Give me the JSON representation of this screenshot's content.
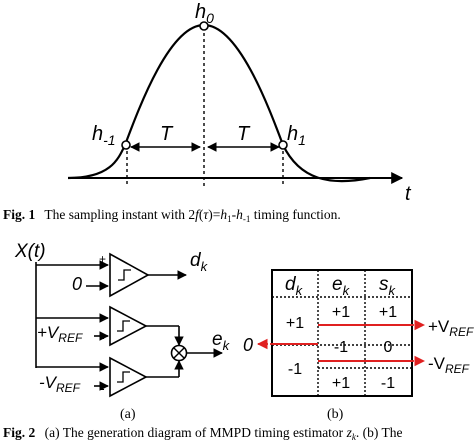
{
  "fig1": {
    "label": "Fig. 1",
    "caption_parts": [
      "The sampling instant with 2",
      "f",
      "(",
      "τ",
      ")=",
      "h",
      "1",
      "-",
      "h",
      "-1",
      " timing function."
    ],
    "peak_label": {
      "base": "h",
      "sub": "0"
    },
    "left_label": {
      "base": "h",
      "sub": "-1"
    },
    "right_label": {
      "base": "h",
      "sub": "1"
    },
    "interval_left": "T",
    "interval_right": "T",
    "axis_label": "t"
  },
  "fig2": {
    "label": "Fig. 2",
    "caption_parts": [
      "(a) The generation diagram of MMPD timing estimator ",
      "z",
      "k",
      ". (b) The"
    ],
    "panel_a": {
      "input": "X(t)",
      "ref_zero": "0",
      "ref_pos": {
        "base": "+V",
        "sub": "REF"
      },
      "ref_neg": {
        "base": "-V",
        "sub": "REF"
      },
      "output_d": {
        "base": "d",
        "sub": "k"
      },
      "output_e": {
        "base": "e",
        "sub": "k"
      },
      "plus": "+",
      "minus": "-",
      "sublabel": "(a)"
    },
    "panel_b": {
      "headers": [
        {
          "base": "d",
          "sub": "k"
        },
        {
          "base": "e",
          "sub": "k"
        },
        {
          "base": "s",
          "sub": "k"
        }
      ],
      "rows": [
        [
          "+1",
          "+1",
          "+1"
        ],
        [
          "",
          "-1",
          "0"
        ],
        [
          "-1",
          "+1",
          "-1"
        ]
      ],
      "left_label": "0",
      "right_top": {
        "base": "+V",
        "sub": "REF"
      },
      "right_bottom": {
        "base": "-V",
        "sub": "REF"
      },
      "sublabel": "(b)"
    }
  },
  "colors": {
    "ink": "#000000",
    "arrow": "#e02020"
  }
}
